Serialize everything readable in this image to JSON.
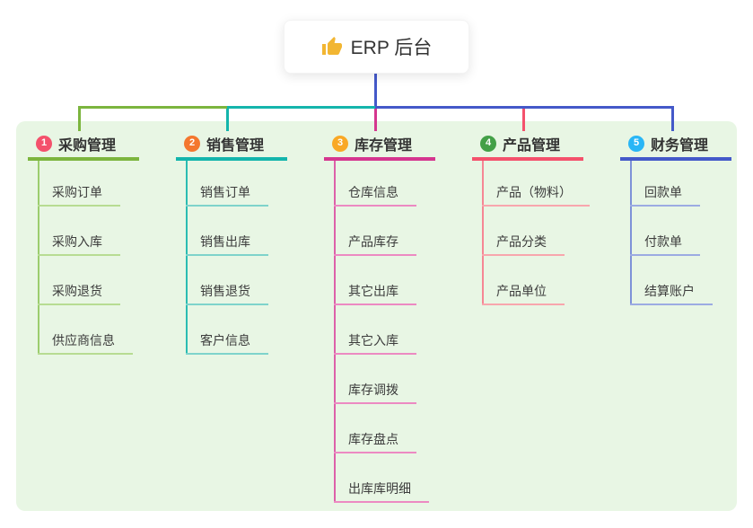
{
  "root": {
    "title": "ERP 后台",
    "icon": "thumbs-up-icon"
  },
  "branches": [
    {
      "index": "1",
      "label": "采购管理",
      "badge_color": "#f4516c",
      "line_color": "#7cb53e",
      "child_line_color": "#b7dc92",
      "children": [
        "采购订单",
        "采购入库",
        "采购退货",
        "供应商信息"
      ]
    },
    {
      "index": "2",
      "label": "销售管理",
      "badge_color": "#f4772e",
      "line_color": "#14b5ac",
      "child_line_color": "#7ed3cb",
      "children": [
        "销售订单",
        "销售出库",
        "销售退货",
        "客户信息"
      ]
    },
    {
      "index": "3",
      "label": "库存管理",
      "badge_color": "#f9a825",
      "line_color": "#d5368f",
      "child_line_color": "#ec8ac2",
      "children": [
        "仓库信息",
        "产品库存",
        "其它出库",
        "其它入库",
        "库存调拨",
        "库存盘点",
        "出库库明细"
      ]
    },
    {
      "index": "4",
      "label": "产品管理",
      "badge_color": "#43a047",
      "line_color": "#f4516c",
      "child_line_color": "#f8a6ad",
      "children": [
        "产品（物料）",
        "产品分类",
        "产品单位"
      ]
    },
    {
      "index": "5",
      "label": "财务管理",
      "badge_color": "#29b6f6",
      "line_color": "#4459c9",
      "child_line_color": "#9cabe2",
      "children": [
        "回款单",
        "付款单",
        "结算账户"
      ]
    }
  ],
  "colors": {
    "canvas_bg": "#ffffff",
    "panel_bg": "#e8f6e4",
    "root_connector": "#4459c9",
    "text": "#333333"
  }
}
